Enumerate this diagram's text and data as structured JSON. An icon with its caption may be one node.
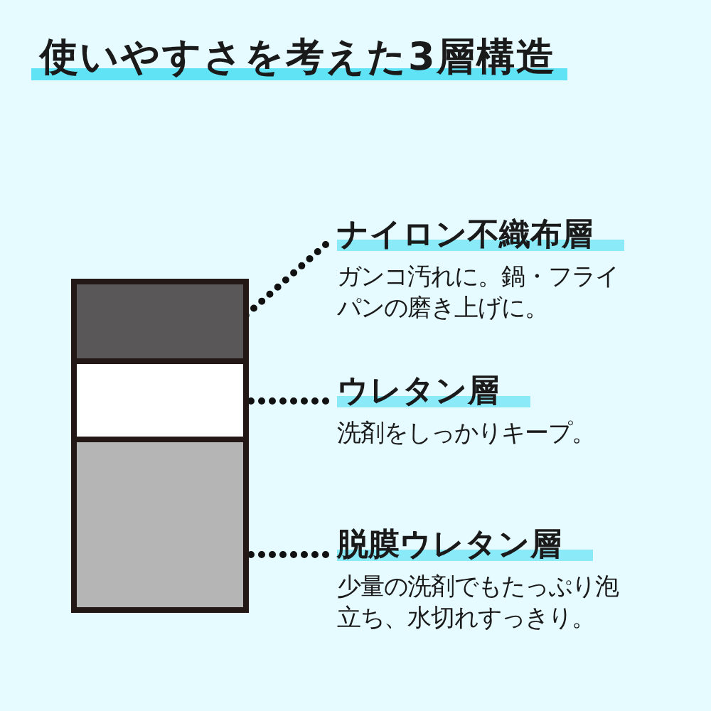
{
  "diagram": {
    "title": "使いやすさを考えた3層構造",
    "nodes": [
      {
        "text": [
          "ナイロン不織布層",
          "ガンコ汚れに。鍋・フライパンの磨き上げに。"
        ]
      },
      {
        "text": [
          "ウレタン層",
          "洗剤をしっかりキープ。"
        ]
      },
      {
        "text": [
          "脱膜ウレタン層",
          "少量の洗剤でもたっぷり泡立ち、水切れすっきり。"
        ]
      },
      {
        "text": [],
        "shape": "bar"
      },
      {
        "text": [],
        "shape": "bar"
      },
      {
        "text": [],
        "shape": "bar"
      }
    ],
    "edges": [
      {
        "from": 0,
        "to": 3,
        "arrow": "none"
      },
      {
        "from": 1,
        "to": 4,
        "arrow": "none"
      },
      {
        "from": 2,
        "to": 5,
        "arrow": "none"
      }
    ]
  }
}
